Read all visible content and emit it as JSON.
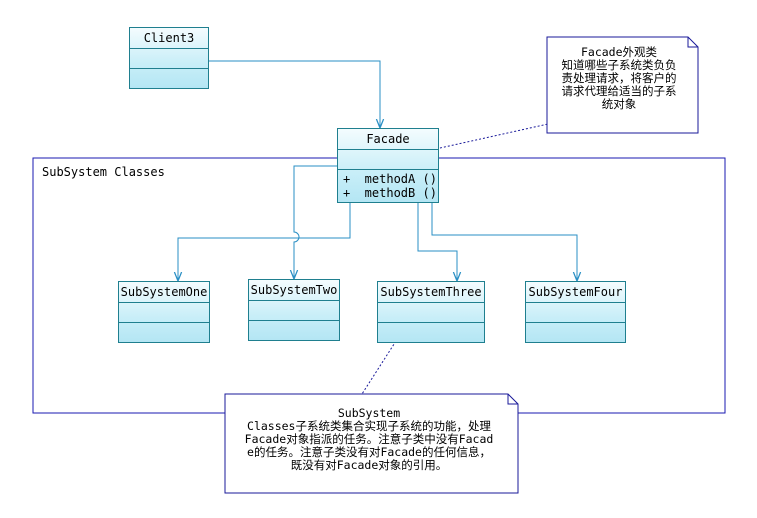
{
  "package": {
    "label": "SubSystem Classes"
  },
  "classes": {
    "client": {
      "name": "Client3"
    },
    "facade": {
      "name": "Facade",
      "op1": "+  methodA ()",
      "op2": "+  methodB ()"
    },
    "sub1": {
      "name": "SubSystemOne"
    },
    "sub2": {
      "name": "SubSystemTwo"
    },
    "sub3": {
      "name": "SubSystemThree"
    },
    "sub4": {
      "name": "SubSystemFour"
    }
  },
  "notes": {
    "facade_note": {
      "l1": "Facade外观类",
      "l2": "知道哪些子系统类负负",
      "l3": "责处理请求，将客户的",
      "l4": "请求代理给适当的子系",
      "l5": "统对象"
    },
    "subsystem_note": {
      "l1": "SubSystem",
      "l2": "Classes子系统类集合实现子系统的功能，处理",
      "l3": "Facade对象指派的任务。注意子类中没有Facad",
      "l4": "e的任务。注意子类没有对Facade的任何信息，",
      "l5": "既没有对Facade对象的引用。"
    }
  },
  "colors": {
    "package_border": "#1a1ab0",
    "class_border": "#1f7f8f",
    "line": "#2a8fc4",
    "note_border": "#1a1a9a"
  }
}
